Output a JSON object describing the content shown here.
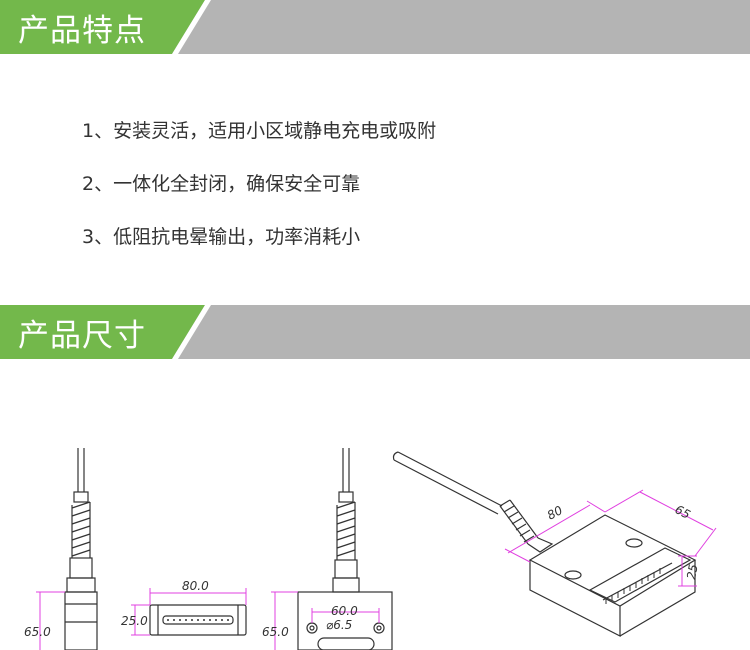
{
  "sections": {
    "features_title": "产品特点",
    "size_title": "产品尺寸"
  },
  "features": [
    "1、安装灵活，适用小区域静电充电或吸附",
    "2、一体化全封闭，确保安全可靠",
    "3、低阻抗电晕输出，功率消耗小"
  ],
  "dimensions": {
    "height_left": "65.0",
    "front_width": "80.0",
    "front_height": "25.0",
    "height_mid": "65.0",
    "hole_spacing": "60.0",
    "hole_diameter": "⌀6.5",
    "iso_length": "80",
    "iso_width": "65",
    "iso_height": "25"
  },
  "colors": {
    "header_green": "#73b84b",
    "header_gray": "#b4b4b4",
    "dimension_line": "#e040e0"
  }
}
